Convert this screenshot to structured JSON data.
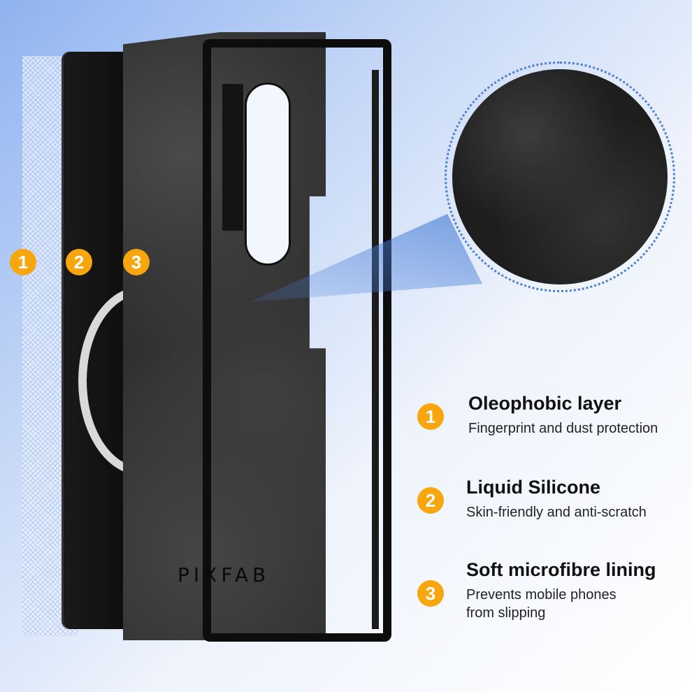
{
  "brand": "PIXFAB",
  "colors": {
    "badge": "#f7a60d",
    "beam": "#4a7fd8",
    "fibre": "#2b2b2b"
  },
  "layer_markers": [
    "1",
    "2",
    "3"
  ],
  "features": [
    {
      "number": "1",
      "title": "Oleophobic layer",
      "description": [
        "Fingerprint and dust protection"
      ]
    },
    {
      "number": "2",
      "title": "Liquid Silicone",
      "description": [
        "Skin-friendly and anti-scratch"
      ]
    },
    {
      "number": "3",
      "title": "Soft microfibre lining",
      "description": [
        "Prevents mobile phones",
        "from slipping"
      ]
    }
  ]
}
